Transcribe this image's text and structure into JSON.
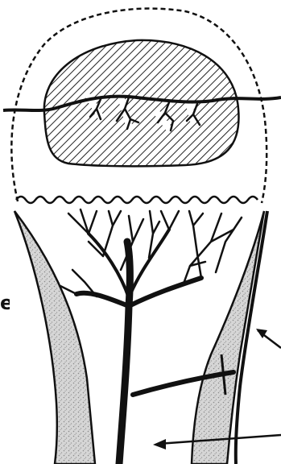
{
  "figure": {
    "partial_label_text": "e",
    "structures": [
      "dashed-outline",
      "hatched-ossification-center",
      "crossing-vessel",
      "growth-plate",
      "vascular-tree",
      "left-cortex",
      "right-cortex",
      "central-artery",
      "right-pointer-arrow",
      "bottom-pointer-arrow"
    ],
    "colors": {
      "line": "#111111",
      "hatch": "#222222",
      "stipple_fill": "#cfcfcf",
      "background": "#ffffff"
    }
  }
}
